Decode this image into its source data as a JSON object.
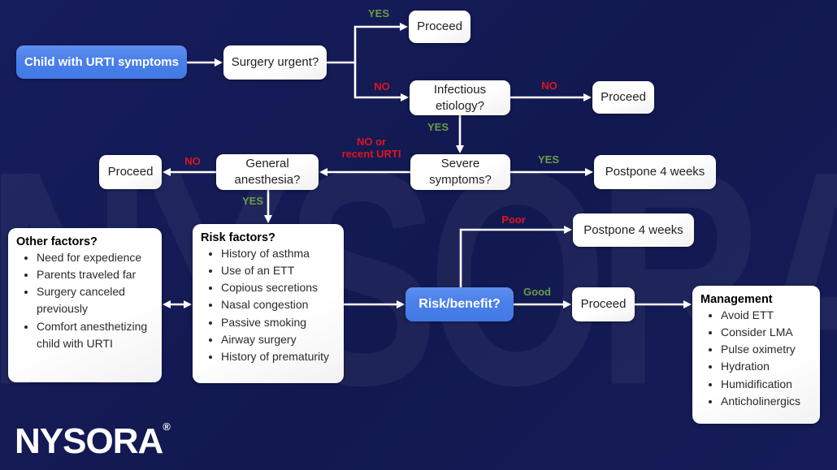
{
  "colors": {
    "background": "#121950",
    "accent_blue": "#4a80ea",
    "yes_green": "#6b9c45",
    "no_red": "#e0151f",
    "box_white": "#ffffff"
  },
  "watermark": "NYSORA®",
  "logo": {
    "text": "NYSORA",
    "registered": "®"
  },
  "nodes": {
    "child_urti": {
      "label": "Child with URTI symptoms"
    },
    "surgery_urgent": {
      "label": "Surgery urgent?"
    },
    "proceed_urgent": {
      "label": "Proceed"
    },
    "infectious": {
      "label": "Infectious etiology?"
    },
    "proceed_infectious": {
      "label": "Proceed"
    },
    "severe": {
      "label": "Severe symptoms?"
    },
    "postpone_severe": {
      "label": "Postpone 4 weeks"
    },
    "general": {
      "label": "General anesthesia?"
    },
    "proceed_general": {
      "label": "Proceed"
    },
    "risk_benefit": {
      "label": "Risk/benefit?"
    },
    "postpone_poor": {
      "label": "Postpone 4 weeks"
    },
    "proceed_good": {
      "label": "Proceed"
    }
  },
  "edge_labels": {
    "surgery_yes": "YES",
    "surgery_no": "NO",
    "infectious_no": "NO",
    "infectious_yes": "YES",
    "severe_no": "NO or\nrecent URTI",
    "severe_yes": "YES",
    "general_no": "NO",
    "general_yes": "YES",
    "rb_poor": "Poor",
    "rb_good": "Good"
  },
  "lists": {
    "other_factors": {
      "title": "Other factors?",
      "items": [
        "Need for expedience",
        "Parents traveled far",
        "Surgery canceled previously",
        "Comfort anesthetizing child with URTI"
      ]
    },
    "risk_factors": {
      "title": "Risk factors?",
      "items": [
        "History of asthma",
        "Use of an ETT",
        "Copious secretions",
        "Nasal congestion",
        "Passive smoking",
        "Airway surgery",
        "History of prematurity"
      ]
    },
    "management": {
      "title": "Management",
      "items": [
        "Avoid ETT",
        "Consider LMA",
        "Pulse oximetry",
        "Hydration",
        "Humidification",
        "Anticholinergics"
      ]
    }
  }
}
